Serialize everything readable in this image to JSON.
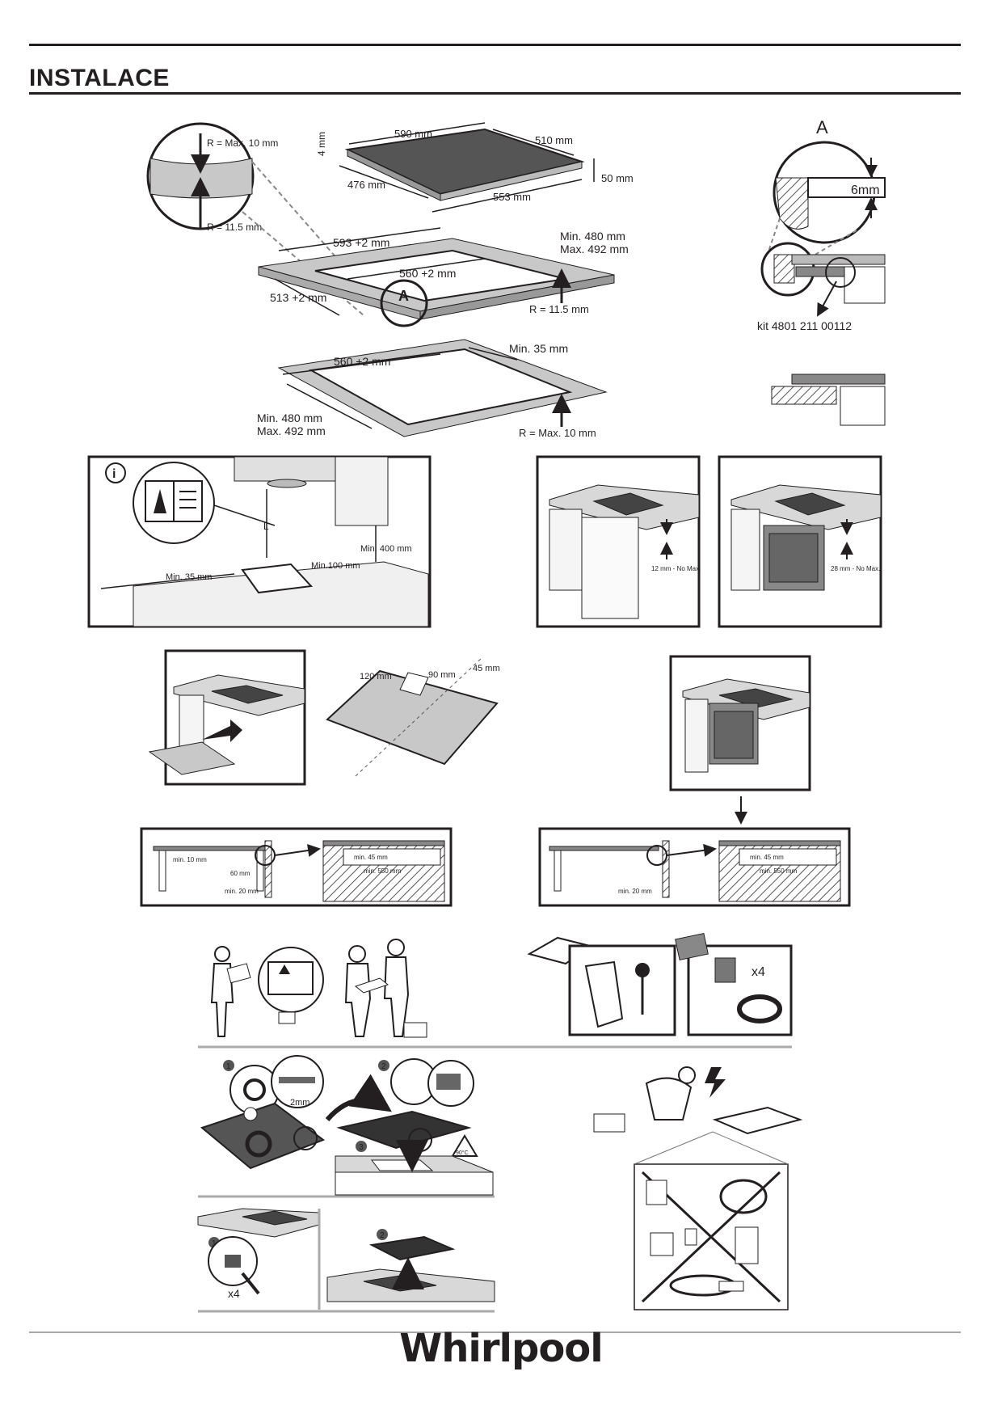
{
  "header": {
    "title": "INSTALACE"
  },
  "cutout_diagram": {
    "radius_top": "R = Max. 10 mm",
    "radius_bottom": "R = 11.5 mm",
    "hob_depth": "4 mm",
    "hob_width": "590 mm",
    "hob_length": "510 mm",
    "hob_height": "50 mm",
    "hob_inner_depth": "476 mm",
    "hob_inner_width": "553 mm",
    "cut_width": "593 +2 mm",
    "cut_inner": "560 +2 mm",
    "cut_depth": "513 +2 mm",
    "depth_range_min": "Min. 480 mm",
    "depth_range_max": "Max. 492 mm",
    "circle_label": "A",
    "radius_cut": "R = 11.5 mm",
    "frame_width": "560 +2 mm",
    "frame_min_edge": "Min. 35 mm",
    "frame_depth_min": "Min. 480 mm",
    "frame_depth_max": "Max. 492 mm",
    "frame_radius": "R = Max. 10 mm"
  },
  "detail_a": {
    "label": "A",
    "thickness": "6mm",
    "kit": "kit 4801 211 00112"
  },
  "clearance_panel": {
    "info_icon": "i",
    "height_label": "L",
    "min_side": "Min. 400 mm",
    "min_edge": "Min. 35 mm",
    "min_back": "Min.100 mm"
  },
  "cabinet_panels": {
    "gap_12": "12 mm - No Max.",
    "gap_28": "28 mm - No Max."
  },
  "back_panel_cut": {
    "w120": "120 mm",
    "w90": "90 mm",
    "w45": "45 mm"
  },
  "section_left": {
    "min10": "min. 10 mm",
    "d60": "60 mm",
    "min20": "min. 20 mm",
    "min45": "min. 45 mm",
    "min550": "min. 550 mm"
  },
  "section_right": {
    "min20": "min. 20 mm",
    "min45": "min. 45 mm",
    "min550": "min. 550 mm"
  },
  "install_steps": {
    "kit_qty": "x4",
    "gap_2mm": "2mm",
    "clip_qty": "x4",
    "angle": "90°C",
    "screw_qty": "x4",
    "step1": "1",
    "step2": "2",
    "step3": "3",
    "step1b": "1",
    "step2b": "2"
  },
  "footer": {
    "brand": "Whirlpool"
  }
}
